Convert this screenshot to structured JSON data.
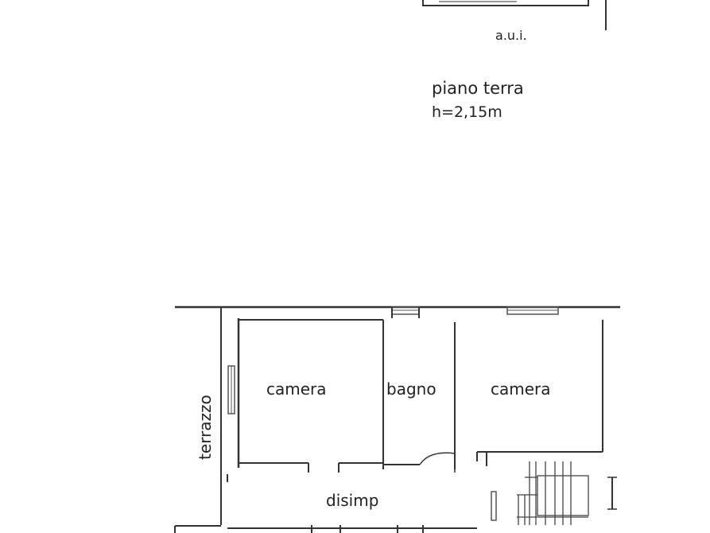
{
  "colors": {
    "wall": "#333333",
    "text": "#222222",
    "fixture": "#555555",
    "background": "#ffffff"
  },
  "top_block": {
    "aui_label": "a.u.i.",
    "floor_label": "piano terra",
    "height_label": "h=2,15m"
  },
  "rooms": {
    "terrazzo": "terrazzo",
    "camera_left": "camera",
    "bagno": "bagno",
    "camera_right": "camera",
    "disimp": "disimp"
  }
}
